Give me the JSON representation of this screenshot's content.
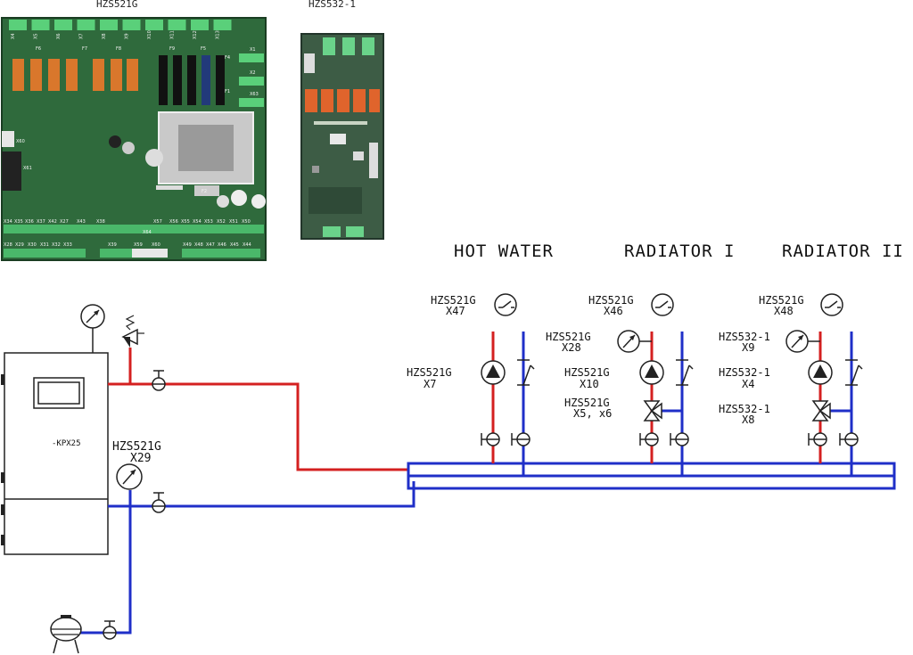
{
  "boards": {
    "main_title": "HZS521G",
    "expansion_title": "HZS532-1",
    "main_top_connectors": [
      "X4",
      "X5",
      "X6",
      "X7",
      "X8",
      "X9",
      "X10",
      "X11",
      "X12",
      "X13"
    ],
    "main_fuses": [
      "F6",
      "F7",
      "F8",
      "F9",
      "F5"
    ],
    "main_right_connectors": [
      "X1",
      "X2",
      "X63"
    ],
    "main_side_labels": [
      "X60",
      "X61",
      "F4",
      "F1",
      "F2",
      "X64"
    ],
    "main_bottom_row1": [
      "X34",
      "X35",
      "X36",
      "X37",
      "X42",
      "X27",
      "X43",
      "X38",
      "X57",
      "X56",
      "X55",
      "X54",
      "X53",
      "X52",
      "X51",
      "X50"
    ],
    "main_bottom_row2": [
      "X28",
      "X29",
      "X30",
      "X31",
      "X32",
      "X33",
      "X39",
      "X59",
      "X60",
      "X49",
      "X48",
      "X47",
      "X46",
      "X45",
      "X44"
    ]
  },
  "columns": {
    "hot_water": "HOT WATER",
    "radiator_1": "RADIATOR I",
    "radiator_2": "RADIATOR II"
  },
  "labels": {
    "hw_thermostat": [
      "HZS521G",
      "X47"
    ],
    "hw_pump": [
      "HZS521G",
      "X7"
    ],
    "r1_thermostat": [
      "HZS521G",
      "X46"
    ],
    "r1_sensor": [
      "HZS521G",
      "X28"
    ],
    "r1_pump": [
      "HZS521G",
      "X10"
    ],
    "r1_mixer": [
      "HZS521G",
      "X5, x6"
    ],
    "r2_thermostat": [
      "HZS521G",
      "X48"
    ],
    "r2_sensor": [
      "HZS532-1",
      "X9"
    ],
    "r2_pump": [
      "HZS532-1",
      "X4"
    ],
    "r2_mixer": [
      "HZS532-1",
      "X8"
    ],
    "boiler_sensor": [
      "HZS521G",
      "X29"
    ],
    "boiler_name": "-KPX25"
  },
  "colors": {
    "supply": "#d42020",
    "return": "#1f2fc8",
    "board": "#2f6a3c",
    "relay": "#d9772c"
  }
}
